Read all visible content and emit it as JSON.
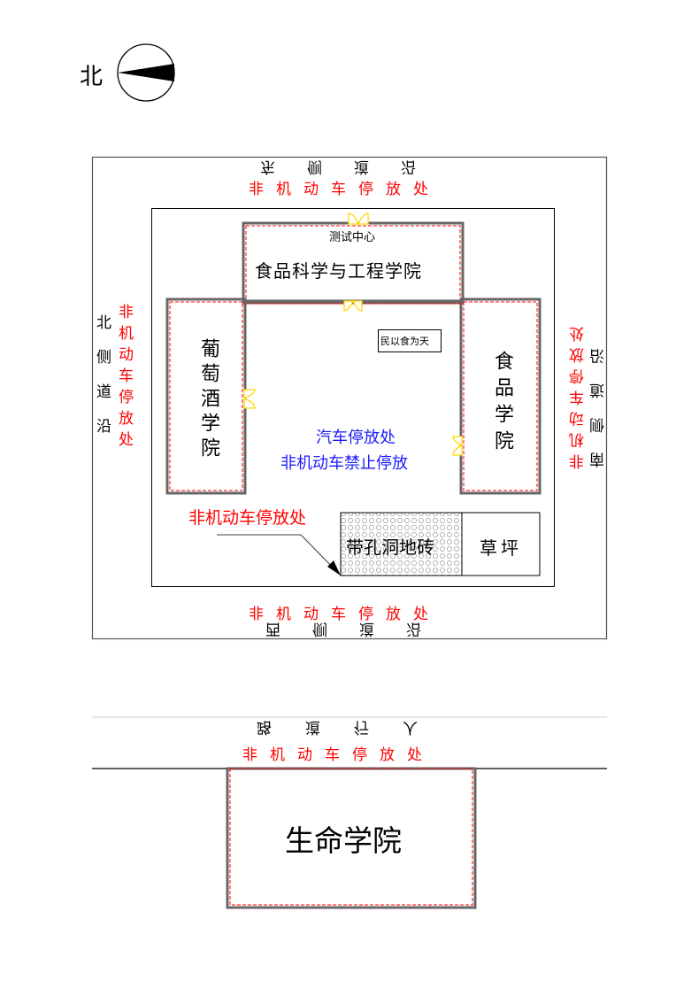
{
  "compass": {
    "label": "北",
    "icon": "north-arrow-icon"
  },
  "colors": {
    "parking": "#ff0000",
    "car": "#1a1aff",
    "door": "#ffff00",
    "wall": "#000000"
  },
  "roads": {
    "east": "东侧道沿",
    "west": "西侧道沿",
    "north": "北侧道沿",
    "south": "南侧道沿",
    "sidewalk": "路道行人"
  },
  "bike_parking": {
    "top": "非机动车停放处",
    "bottom": "非机动车停放处",
    "left": "非机动车停放处",
    "right": "非机动车停放处",
    "courtyard": "非机动车停放处",
    "lower": "非机动车停放处"
  },
  "buildings": {
    "food_science": {
      "name": "食品科学与工程学院",
      "sub": "测试中心"
    },
    "wine": "葡萄酒学院",
    "food": "食品学院",
    "life": "生命学院"
  },
  "courtyard": {
    "sign": "民以食为天",
    "car_parking": "汽车停放处",
    "no_bikes": "非机动车禁止停放"
  },
  "ground": {
    "perforated_brick": "带孔洞地砖",
    "lawn": "草坪"
  }
}
